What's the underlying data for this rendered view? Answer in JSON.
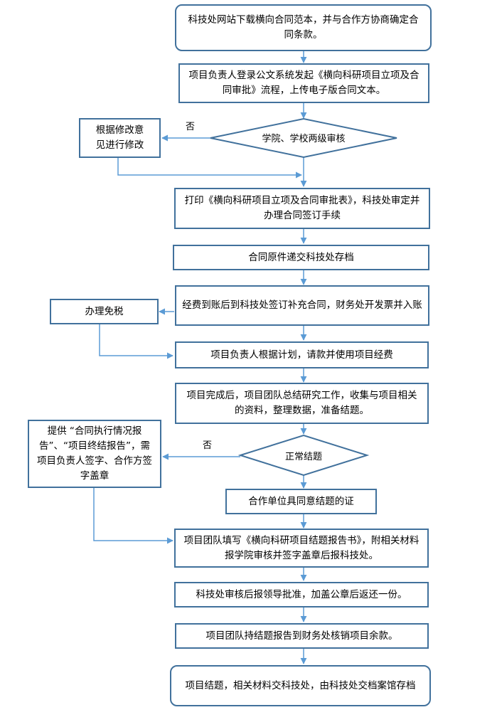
{
  "steps": {
    "s1": "科技处网站下载横向合同范本，并与合作方协商确定合同条款。",
    "s2": "项目负责人登录公文系统发起《横向科研项目立项及合同审批》流程，上传电子版合同文本。",
    "d1": "学院、学校两级审核",
    "d1_no": "否",
    "side1": "根据修改意见进行修改",
    "s3": "打印《横向科研项目立项及合同审批表》，科技处审定并办理合同签订手续",
    "s4": "合同原件递交科技处存档",
    "s5": "经费到账后到科技处签订补充合同，财务处开发票并入账",
    "side2": "办理免税",
    "s6": "项目负责人根据计划，请款并使用项目经费",
    "s7": "项目完成后，项目团队总结研究工作，收集与项目相关的资料，整理数据，准备结题。",
    "d2": "正常结题",
    "d2_no": "否",
    "side3": "提供 “合同执行情况报告”、“项目终结报告”，需项目负责人签字、合作方签字盖章",
    "s8": "合作单位具同意结题的证",
    "s9": "项目团队填写《横向科研项目结题报告书》，附相关材料报学院审核并签字盖章后报科技处。",
    "s10": "科技处审核后报领导批准，加盖公章后返还一份。",
    "s11": "项目团队持结题报告到财务处核销项目余款。",
    "s12": "项目结题，相关材料交科技处，由科技处交档案馆存档"
  },
  "colors": {
    "border": "#41719c",
    "arrow": "#5b9bd5"
  }
}
